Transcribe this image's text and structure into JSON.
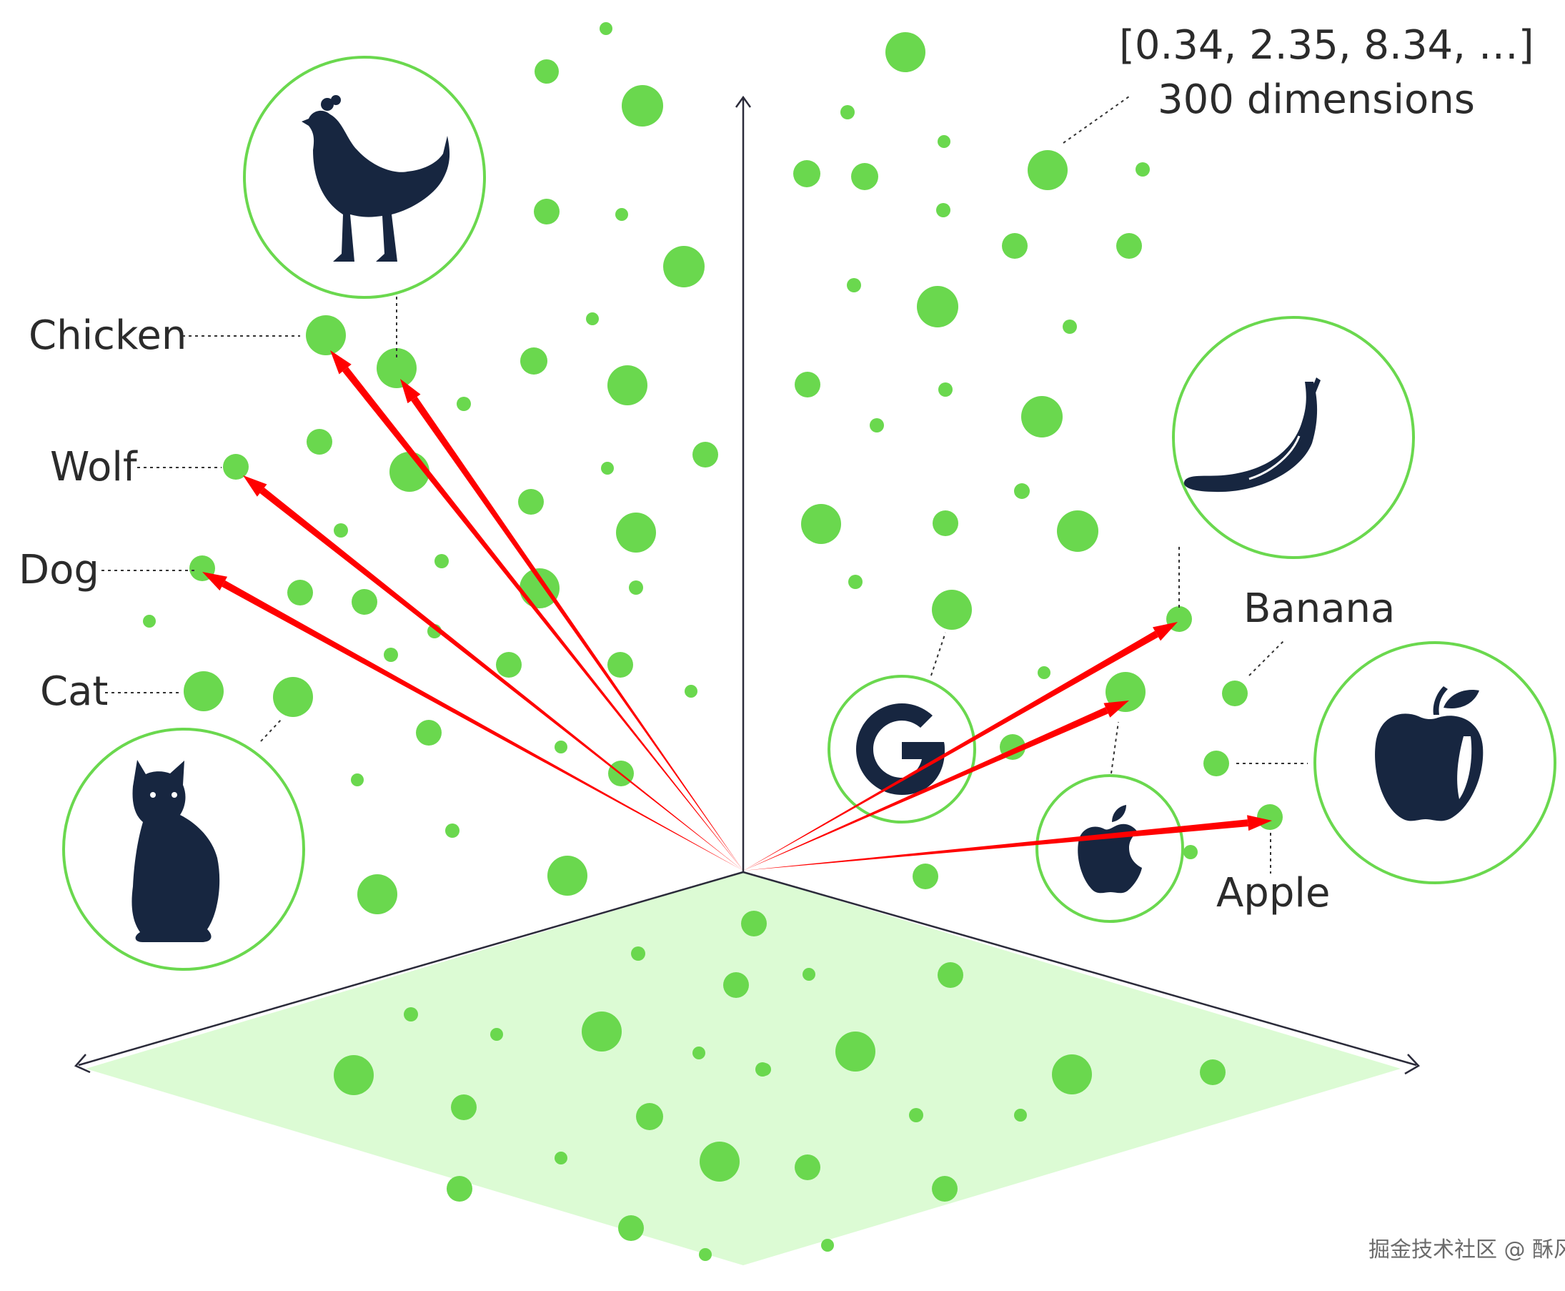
{
  "vector_note": {
    "values": "[0.34, 2.35, 8.34, …]",
    "dimensions": "300 dimensions"
  },
  "labels": {
    "chicken": "Chicken",
    "wolf": "Wolf",
    "dog": "Dog",
    "cat": "Cat",
    "banana": "Banana",
    "apple": "Apple"
  },
  "icons": {
    "chicken": "chicken-icon",
    "cat": "cat-icon",
    "banana": "banana-icon",
    "apple_fruit": "apple-fruit-icon",
    "google": "google-logo-icon",
    "apple_logo": "apple-logo-icon"
  },
  "watermark": "掘金技术社区 @ 酥风",
  "colors": {
    "dot": "#6ad84e",
    "plane": "#dcfbd4",
    "arrow": "#ff0000",
    "axis": "#2b2b3a",
    "icon": "#172640",
    "ring": "#6ad84e"
  }
}
